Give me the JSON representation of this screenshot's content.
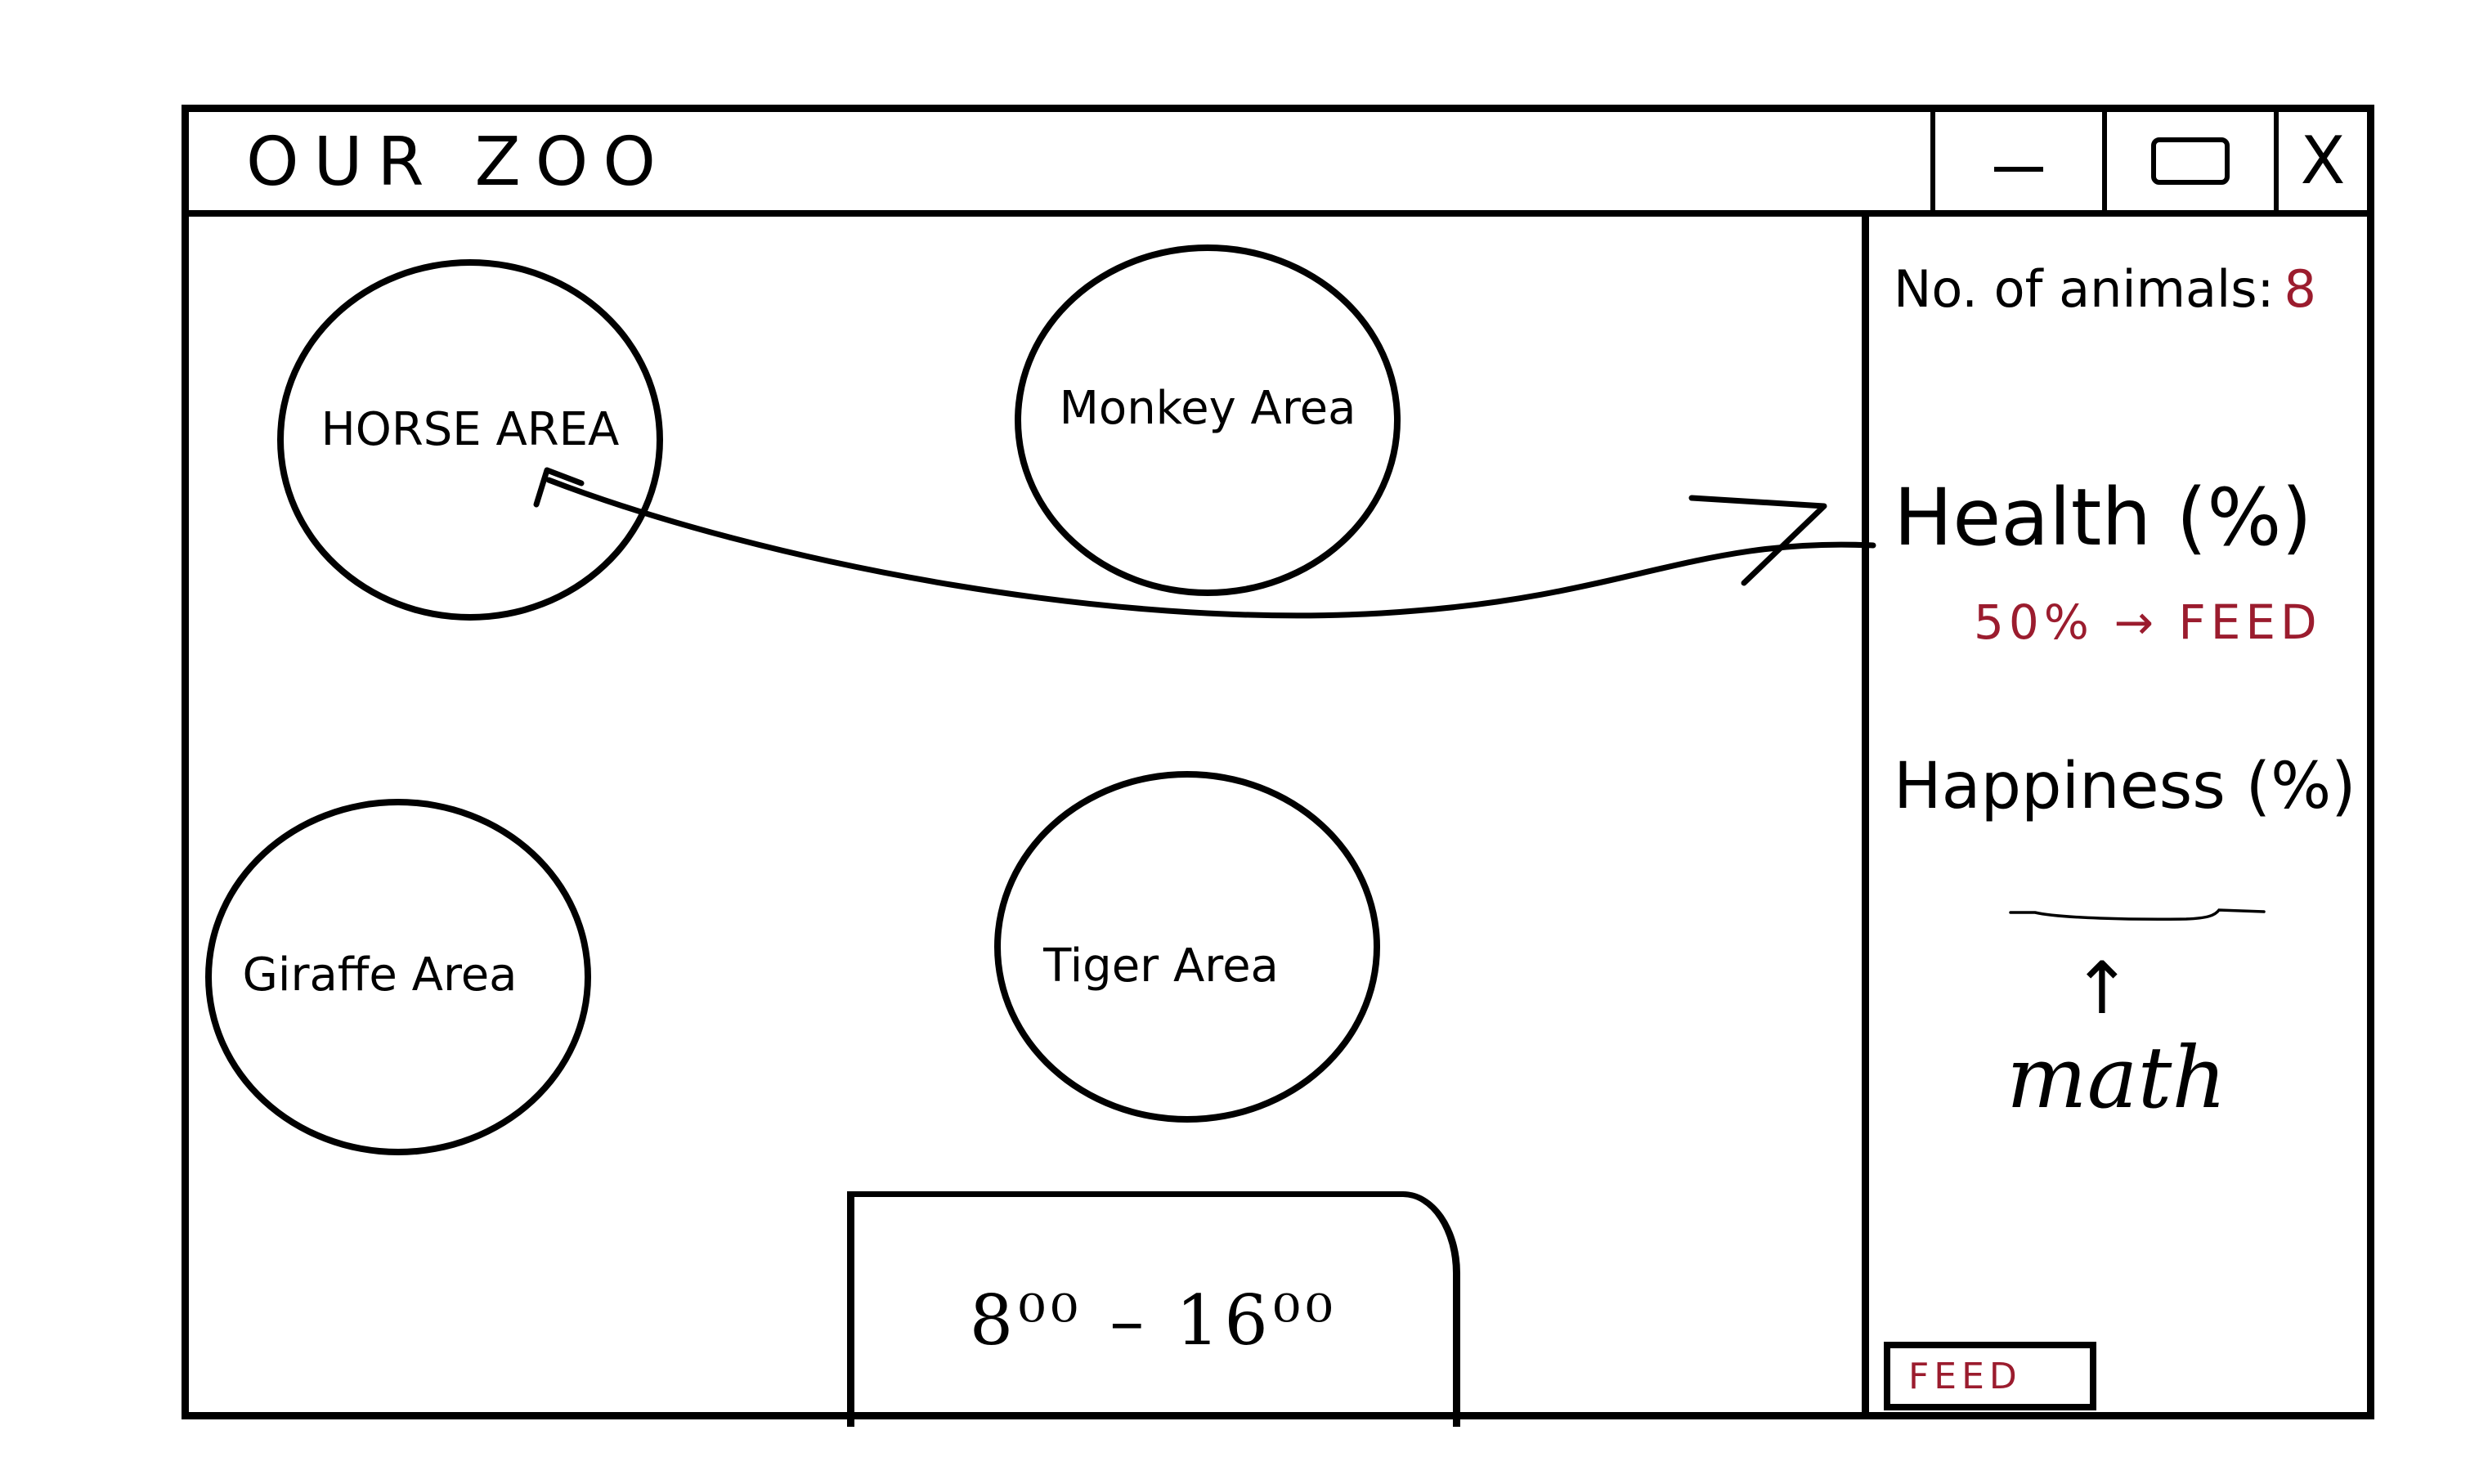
{
  "window": {
    "title": "OUR ZOO",
    "minimize_label": "—",
    "close_label": "X"
  },
  "areas": {
    "horse": "HORSE AREA",
    "monkey": "Monkey Area",
    "giraffe": "Giraffe Area",
    "tiger": "Tiger Area"
  },
  "opening_hours": "8⁰⁰ – 16⁰⁰",
  "panel": {
    "animals_label": "No. of animals:",
    "animals_value": "8",
    "health_label": "Health (%)",
    "health_note": "50% → FEED",
    "happiness_label": "Happiness (%)",
    "math_arrow": "↑",
    "math_label": "math",
    "feed_button": "FEED"
  },
  "colors": {
    "ink": "#000000",
    "accent": "#9b1c2e"
  }
}
